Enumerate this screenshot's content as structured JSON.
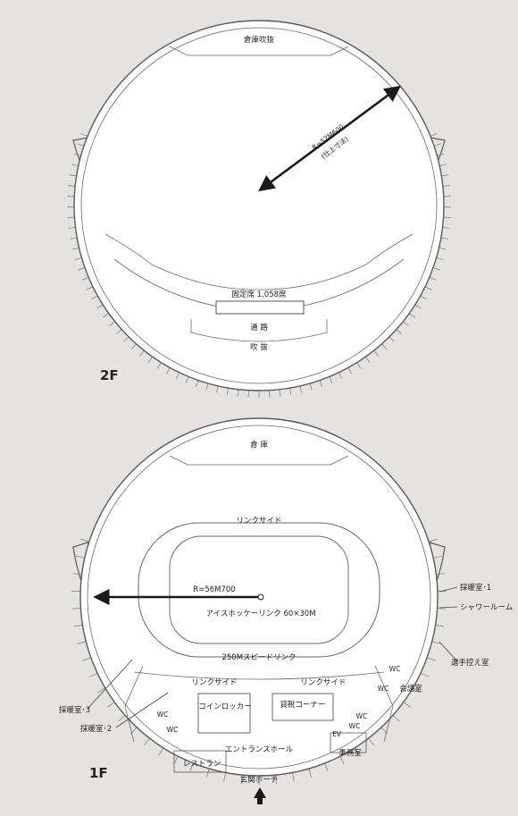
{
  "floor2": {
    "level": "2F",
    "top_void": "倉庫吹抜",
    "radius_label": "R=57M600",
    "radius_note": "(仕上寸法)",
    "fixed_seats": "固定席  1,058席",
    "passage": "通 路",
    "void": "吹 抜"
  },
  "floor1": {
    "level": "1F",
    "warehouse": "倉 庫",
    "rinkside_top": "リンクサイド",
    "radius_label": "R=56M700",
    "hockey": "アイスホッケーリンク  60×30M",
    "speed": "250Mスピードリンク",
    "rinkside_left": "リンクサイド",
    "rinkside_right": "リンクサイド",
    "coin_locker": "コインロッカー",
    "rental": "貸靴コーナー",
    "entrance": "エントランスホール",
    "restaurant": "レストラン",
    "porch": "玄関ポーチ",
    "office": "事務室",
    "meeting": "会議室",
    "ev": "EV",
    "wc": "WC",
    "heating1": "採暖室･1",
    "shower": "シャワールーム",
    "players": "選手控え室",
    "heating3": "採暖室･3",
    "heating2": "採暖室･2"
  },
  "colors": {
    "background": "#e4e3df",
    "interior": "#ffffff",
    "wall": "#5a5a5a",
    "arrow": "#1a1a1a"
  }
}
